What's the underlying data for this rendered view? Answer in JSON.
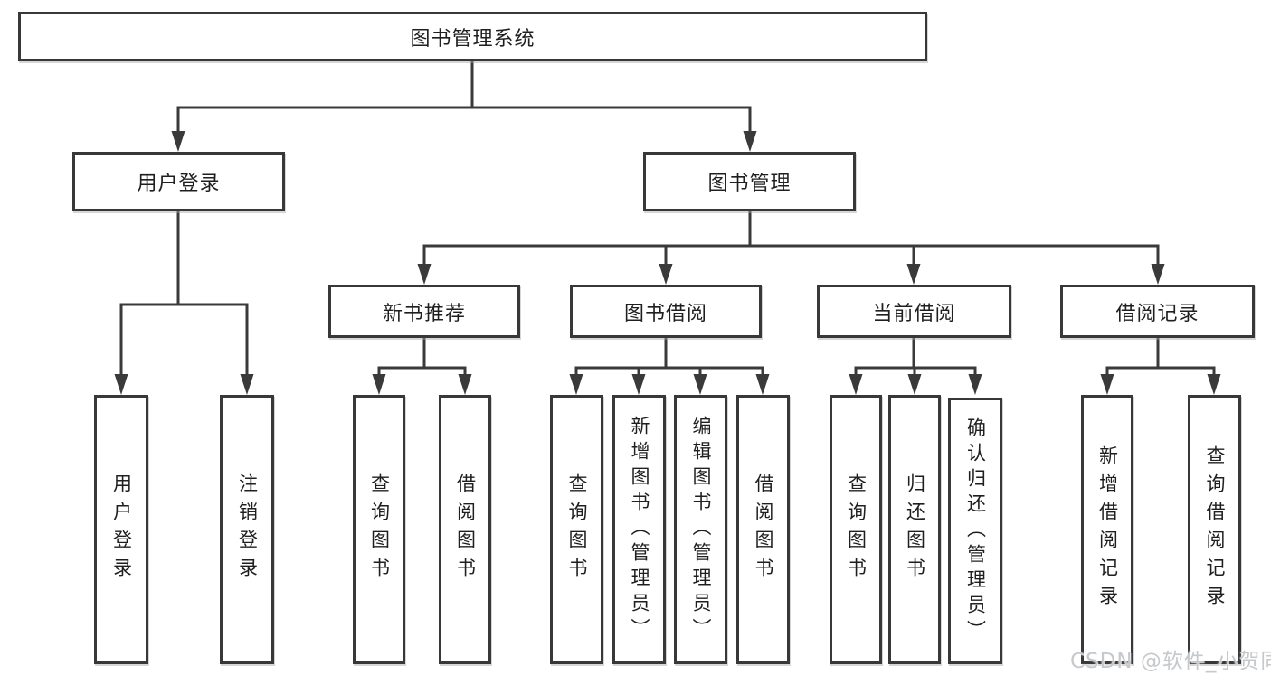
{
  "diagram": {
    "nodes": {
      "root": "图书管理系统",
      "user_login": "用户登录",
      "book_mgmt": "图书管理",
      "new_book_rec": "新书推荐",
      "book_borrow": "图书借阅",
      "current_borrow": "当前借阅",
      "borrow_record": "借阅记录",
      "leaf_user_login": "用户登录",
      "leaf_logout": "注销登录",
      "rec_query_book": "查询图书",
      "rec_borrow_book": "借阅图书",
      "bb_query_book": "查询图书",
      "bb_add_book": "新增图书（管理员）",
      "bb_edit_book": "编辑图书（管理员）",
      "bb_borrow_book": "借阅图书",
      "cb_query_book": "查询图书",
      "cb_return_book": "归还图书",
      "cb_confirm_return": "确认归还（管理员）",
      "br_add_record": "新增借阅记录",
      "br_query_record": "查询借阅记录"
    }
  },
  "watermark": "CSDN @软件_小贺同学",
  "colors": {
    "line": "#3a3a3a",
    "border": "#383838",
    "text": "#1f1f1f",
    "watermark": "#c6c9cc",
    "background": "#ffffff"
  }
}
